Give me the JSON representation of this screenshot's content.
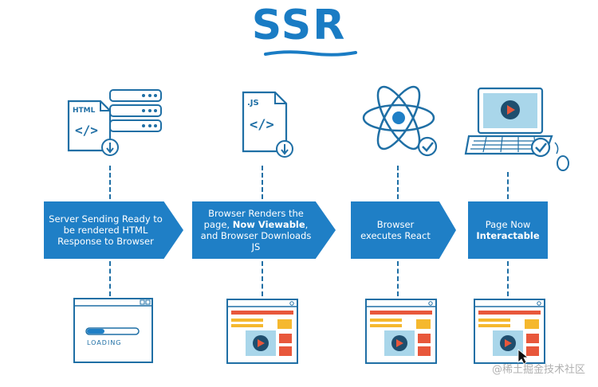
{
  "title": "SSR",
  "icons": {
    "html_file_label": "HTML",
    "js_file_label": ".JS",
    "code_glyph": "</>"
  },
  "steps": [
    {
      "id": "step-1",
      "text": "Server Sending Ready to be rendered HTML Response to Browser",
      "bold": ""
    },
    {
      "id": "step-2",
      "text_before": "Browser Renders the page,",
      "bold": "Now Viewable",
      "text_after": ", and Browser Downloads JS"
    },
    {
      "id": "step-3",
      "text": "Browser executes React",
      "bold": ""
    },
    {
      "id": "step-4",
      "text_before": "Page Now",
      "bold": "Interactable"
    }
  ],
  "loading_label": "LOADING",
  "watermark": "@稀土掘金技术社区",
  "colors": {
    "brand_blue": "#1f7fc6",
    "dark_blue": "#1f6fa5",
    "orange": "#e8573b",
    "yellow": "#f5b82e",
    "light_blue": "#a9d6ea"
  }
}
